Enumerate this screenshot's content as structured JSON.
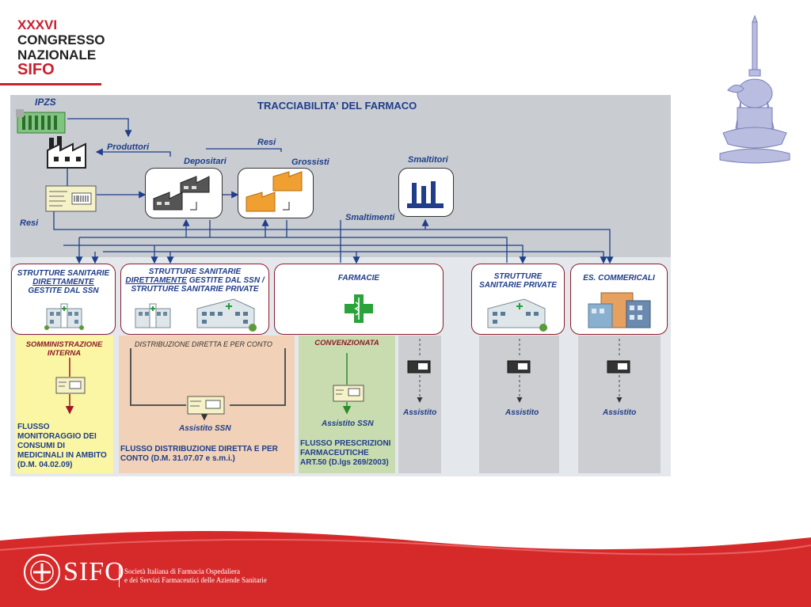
{
  "header": {
    "line1": "XXXVI",
    "line2": "CONGRESSO",
    "line3": "NAZIONALE",
    "line4": "SIFO"
  },
  "diagram": {
    "title": "TRACCIABILITA' DEL FARMACO",
    "nodes": {
      "ipzs": "IPZS",
      "produttori": "Produttori",
      "resi_top": "Resi",
      "depositari": "Depositari",
      "grossisti": "Grossisti",
      "smaltitori": "Smaltitori",
      "smaltimenti": "Smaltimenti",
      "resi_left": "Resi"
    },
    "boxes": {
      "box1_line1": "STRUTTURE SANITARIE",
      "box1_line2": "DIRETTAMENTE",
      "box1_line3": "GESTITE DAL SSN",
      "box2_line1": "STRUTTURE SANITARIE",
      "box2_line2a": "DIRETTAMENTE",
      "box2_line2b": " GESTITE DAL SSN /",
      "box2_line3": "STRUTTURE SANITARIE PRIVATE",
      "box3": "FARMACIE",
      "box4_line1": "STRUTTURE",
      "box4_line2": "SANITARIE PRIVATE",
      "box5": "ES. COMMERICALI"
    },
    "columns": {
      "c1_title": "SOMMINISTRAZIONE INTERNA",
      "c1_text": "FLUSSO MONITORAGGIO DEI CONSUMI DI MEDICINALI IN AMBITO (D.M. 04.02.09)",
      "c2_title": "DISTRIBUZIONE DIRETTA E PER CONTO",
      "c2_assist": "Assistito SSN",
      "c2_text": "FLUSSO DISTRIBUZIONE DIRETTA E PER CONTO (D.M. 31.07.07 e s.m.i.)",
      "c3_title": "CONVENZIONATA",
      "c3_assist": "Assistito SSN",
      "c3_text": "FLUSSO PRESCRIZIONI FARMACEUTICHE ART.50  (D.lgs 269/2003)",
      "c4_assist": "Assistito",
      "c5_assist": "Assistito",
      "c6_assist": "Assistito"
    }
  },
  "footer": {
    "logo_text": "SIFO",
    "line1": "Società Italiana di Farmacia Ospedaliera",
    "line2": "e dei Servizi Farmaceutici delle Aziende Sanitarie"
  },
  "colors": {
    "accent_red": "#c8202e",
    "box_border": "#8b1b2a",
    "navy": "#1f3d8a",
    "column_yellow": "#fbf6a4",
    "column_peach": "#f1d2b8",
    "column_green": "#c8dcaf",
    "column_gray": "#ccced1"
  }
}
